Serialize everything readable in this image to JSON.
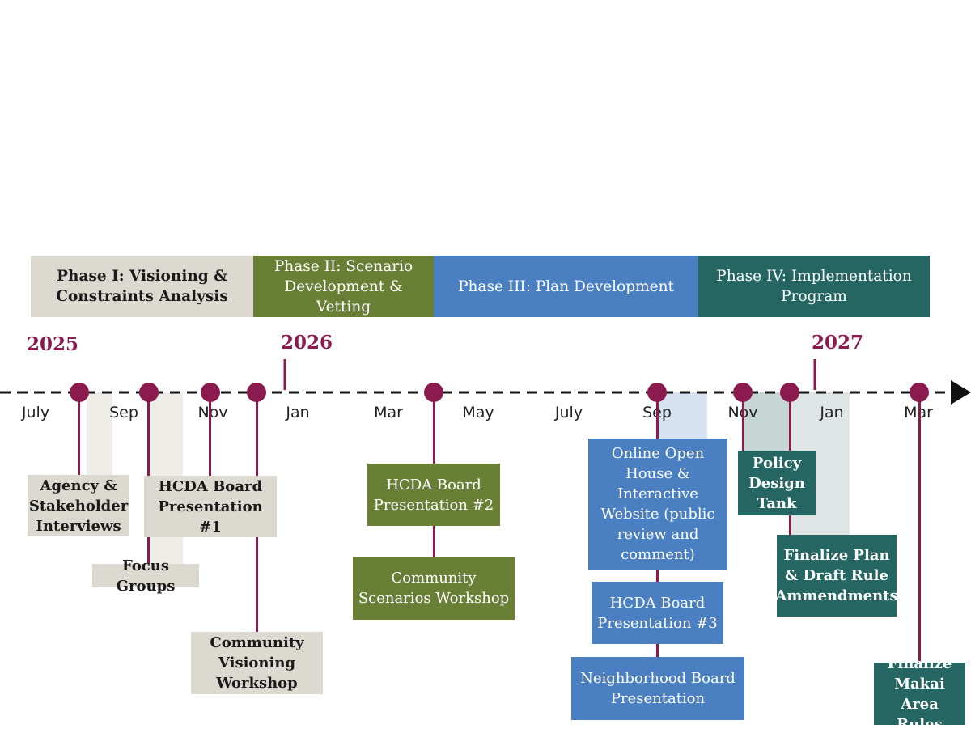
{
  "phases": [
    {
      "label": "Phase I: Visioning & Constraints Analysis",
      "color": "#dcdad0"
    },
    {
      "label": "Phase II: Scenario Development & Vetting",
      "color": "#687f35"
    },
    {
      "label": "Phase III: Plan Development",
      "color": "#4a7fc1"
    },
    {
      "label": "Phase IV: Implementation Program",
      "color": "#256663"
    }
  ],
  "years": [
    "2025",
    "2026",
    "2027"
  ],
  "months": [
    "July",
    "Sep",
    "Nov",
    "Jan",
    "Mar",
    "May",
    "July",
    "Sep",
    "Nov",
    "Jan",
    "Mar"
  ],
  "events": [
    {
      "label": "Agency & Stakeholder Interviews",
      "phase": "I"
    },
    {
      "label": "Focus Groups",
      "phase": "I"
    },
    {
      "label": "HCDA Board Presentation #1",
      "phase": "I"
    },
    {
      "label": "Community Visioning Workshop",
      "phase": "I"
    },
    {
      "label": "HCDA Board Presentation #2",
      "phase": "II"
    },
    {
      "label": "Community Scenarios Workshop",
      "phase": "II"
    },
    {
      "label": "Online Open House & Interactive Website (public review and comment)",
      "phase": "III"
    },
    {
      "label": "HCDA Board Presentation #3",
      "phase": "III"
    },
    {
      "label": "Neighborhood Board Presentation",
      "phase": "III"
    },
    {
      "label": "Policy Design Tank",
      "phase": "IV"
    },
    {
      "label": "Finalize Plan & Draft Rule Ammendments",
      "phase": "IV"
    },
    {
      "label": "Finalize Makai Area Rules",
      "phase": "IV"
    }
  ],
  "colors": {
    "accent": "#8b1a4f",
    "gray": "#dcdad0",
    "green": "#687f35",
    "blue": "#4a7fc1",
    "teal": "#256663"
  }
}
